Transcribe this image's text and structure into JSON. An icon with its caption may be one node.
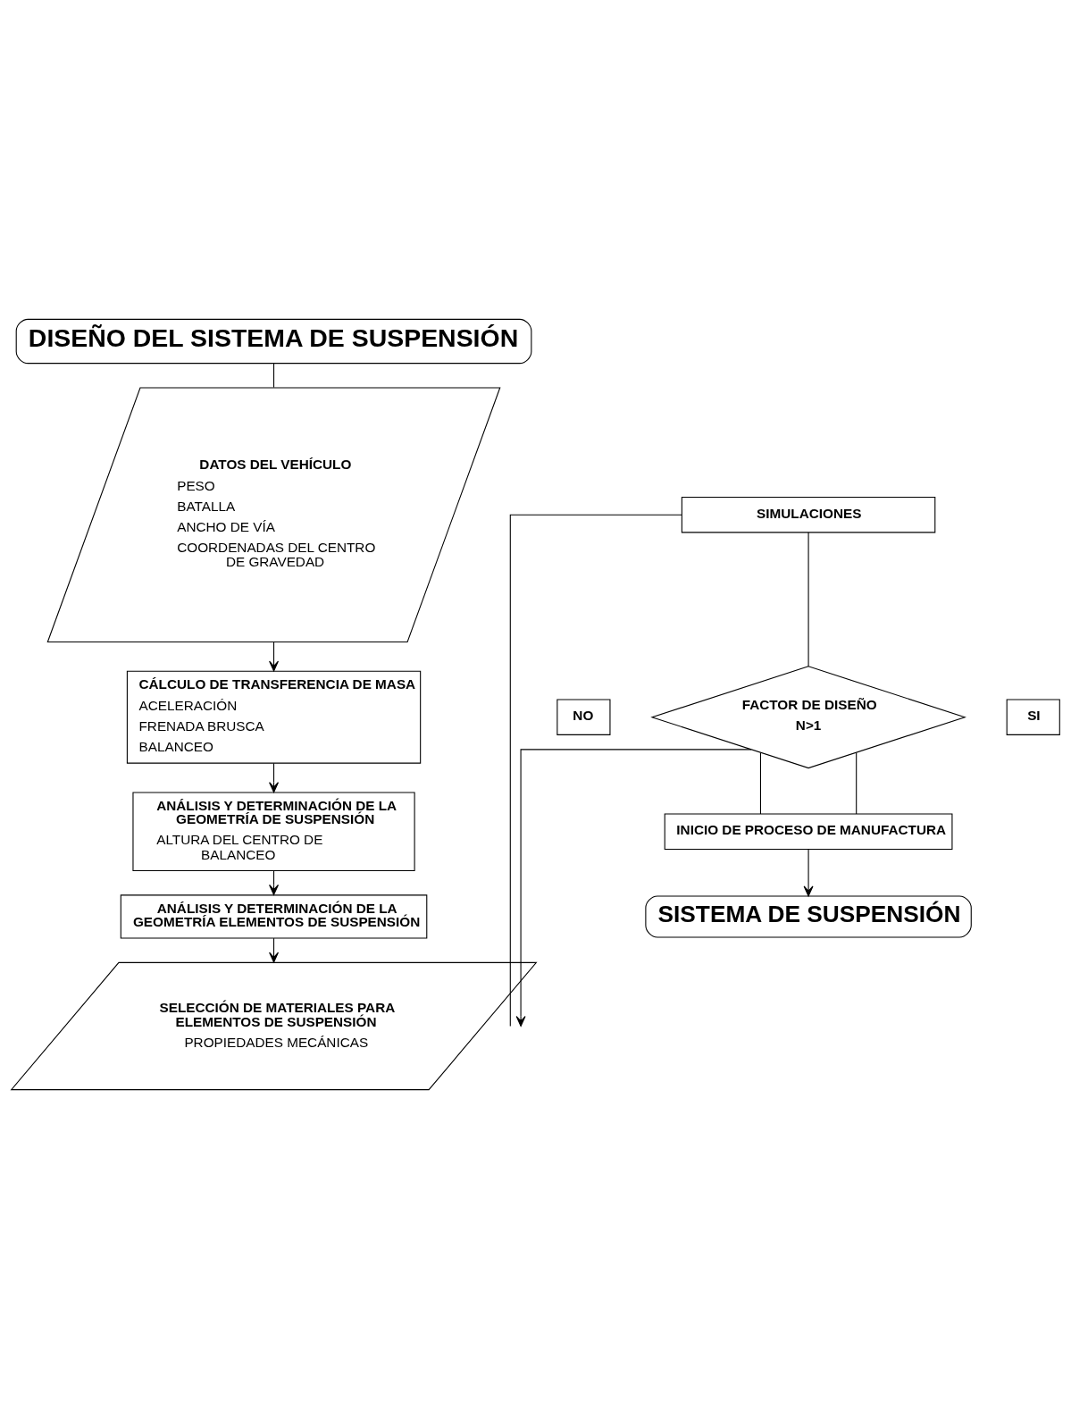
{
  "diagram": {
    "nodes": [
      {
        "text": [
          "DISEÑO DEL SISTEMA DE SUSPENSIÓN"
        ]
      },
      {
        "text": [
          "DATOS DEL VEHÍCULO",
          "PESO",
          "BATALLA",
          "ANCHO DE VÍA",
          "COORDENADAS DEL CENTRO DE GRAVEDAD"
        ]
      },
      {
        "text": [
          "CÁLCULO DE TRANSFERENCIA DE MASA",
          "ACELERACIÓN",
          "FRENADA BRUSCA",
          "BALANCEO"
        ]
      },
      {
        "text": [
          "ANÁLISIS Y DETERMINACIÓN DE LA GEOMETRÍA DE SUSPENSIÓN",
          "ALTURA DEL CENTRO DE BALANCEO"
        ]
      },
      {
        "text": [
          "ANÁLISIS Y DETERMINACIÓN DE LA GEOMETRÍA ELEMENTOS DE SUSPENSIÓN"
        ]
      },
      {
        "text": [
          "SELECCIÓN DE MATERIALES PARA ELEMENTOS DE SUSPENSIÓN",
          "PROPIEDADES MECÁNICAS"
        ]
      },
      {
        "text": [
          "SIMULACIONES"
        ]
      },
      {
        "text": [
          "NO"
        ]
      },
      {
        "text": [
          "SI"
        ]
      },
      {
        "text": [
          "FACTOR DE DISEÑO",
          "N>1"
        ]
      },
      {
        "text": [
          "INICIO DE PROCESO DE MANUFACTURA"
        ]
      },
      {
        "text": [
          "SISTEMA DE SUSPENSIÓN"
        ]
      }
    ],
    "edges": [
      {
        "from": 0,
        "to": 1,
        "arrow": "none"
      },
      {
        "from": 1,
        "to": 2,
        "arrow": "to"
      },
      {
        "from": 2,
        "to": 3,
        "arrow": "to"
      },
      {
        "from": 3,
        "to": 4,
        "arrow": "to"
      },
      {
        "from": 4,
        "to": 5,
        "arrow": "to"
      },
      {
        "from": 5,
        "to": 6,
        "arrow": "none"
      },
      {
        "from": 6,
        "to": 9,
        "arrow": "none"
      },
      {
        "from": 9,
        "to": 10,
        "arrow": "none"
      },
      {
        "from": 9,
        "to": 10,
        "arrow": "none"
      },
      {
        "from": 10,
        "to": 11,
        "arrow": "to"
      },
      {
        "from": 9,
        "to": 5,
        "arrow": "to"
      }
    ]
  }
}
